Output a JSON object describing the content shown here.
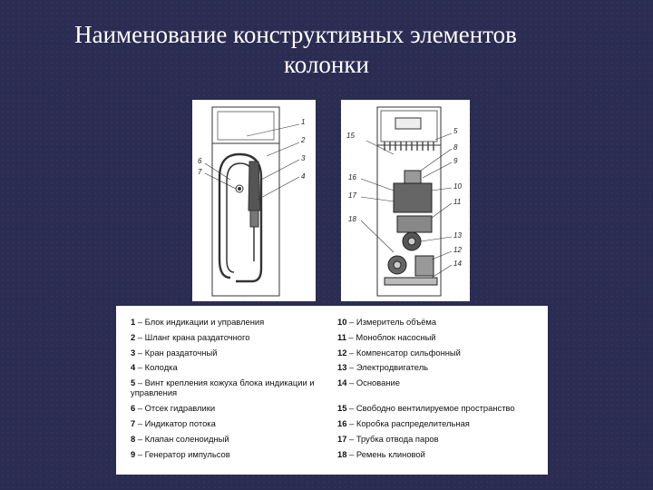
{
  "title": {
    "line1": "Наименование конструктивных элементов",
    "line2": "колонки"
  },
  "figure_left": {
    "labels": [
      "1",
      "2",
      "3",
      "4",
      "6",
      "7"
    ]
  },
  "figure_right": {
    "labels": [
      "15",
      "5",
      "8",
      "9",
      "16",
      "10",
      "17",
      "11",
      "18",
      "13",
      "12",
      "14"
    ]
  },
  "legend": {
    "left": [
      {
        "num": "1",
        "text": " – Блок индикации и управления"
      },
      {
        "num": "2",
        "text": " – Шланг крана раздаточного"
      },
      {
        "num": "3",
        "text": " – Кран раздаточный"
      },
      {
        "num": "4",
        "text": " – Колодка"
      },
      {
        "num": "5",
        "text": " – Винт крепления кожуха блока индикации и управления"
      },
      {
        "num": "6",
        "text": " – Отсек гидравлики"
      },
      {
        "num": "7",
        "text": " – Индикатор потока"
      },
      {
        "num": "8",
        "text": " – Клапан соленоидный"
      },
      {
        "num": "9",
        "text": " – Генератор импульсов"
      }
    ],
    "right": [
      {
        "num": "10",
        "text": " – Измеритель объёма"
      },
      {
        "num": "11",
        "text": " – Моноблок насосный"
      },
      {
        "num": "12",
        "text": " – Компенсатор сильфонный"
      },
      {
        "num": "13",
        "text": " – Электродвигатель"
      },
      {
        "num": "14",
        "text": " – Основание"
      },
      {
        "num": "15",
        "text": " – Свободно вентилируемое пространство"
      },
      {
        "num": "16",
        "text": " – Коробка распределительная"
      },
      {
        "num": "17",
        "text": " – Трубка отвода паров"
      },
      {
        "num": "18",
        "text": " – Ремень клиновой"
      }
    ]
  }
}
